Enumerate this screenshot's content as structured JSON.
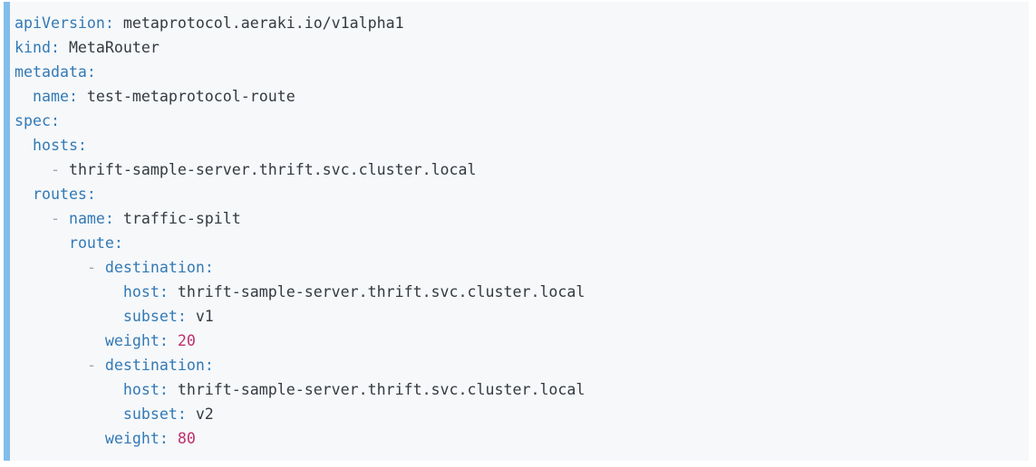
{
  "colors": {
    "accent_bar": "#82bdea",
    "code_background": "#f6f8fa",
    "key": "#3379b5",
    "value": "#343a40",
    "number": "#c02f6b",
    "punctuation": "#9aa5b2",
    "page_background": "#ffffff"
  },
  "code": {
    "language": "yaml",
    "lines": [
      [
        [
          "k",
          "apiVersion:"
        ],
        [
          "v",
          " metaprotocol.aeraki.io/v1alpha1"
        ]
      ],
      [
        [
          "k",
          "kind:"
        ],
        [
          "v",
          " MetaRouter"
        ]
      ],
      [
        [
          "k",
          "metadata:"
        ]
      ],
      [
        [
          "v",
          "  "
        ],
        [
          "k",
          "name:"
        ],
        [
          "v",
          " test-metaprotocol-route"
        ]
      ],
      [
        [
          "k",
          "spec:"
        ]
      ],
      [
        [
          "v",
          "  "
        ],
        [
          "k",
          "hosts:"
        ]
      ],
      [
        [
          "v",
          "    "
        ],
        [
          "p",
          "- "
        ],
        [
          "v",
          "thrift-sample-server.thrift.svc.cluster.local"
        ]
      ],
      [
        [
          "v",
          "  "
        ],
        [
          "k",
          "routes:"
        ]
      ],
      [
        [
          "v",
          "    "
        ],
        [
          "p",
          "- "
        ],
        [
          "k",
          "name:"
        ],
        [
          "v",
          " traffic-spilt"
        ]
      ],
      [
        [
          "v",
          "      "
        ],
        [
          "k",
          "route:"
        ]
      ],
      [
        [
          "v",
          "        "
        ],
        [
          "p",
          "- "
        ],
        [
          "k",
          "destination:"
        ]
      ],
      [
        [
          "v",
          "            "
        ],
        [
          "k",
          "host:"
        ],
        [
          "v",
          " thrift-sample-server.thrift.svc.cluster.local"
        ]
      ],
      [
        [
          "v",
          "            "
        ],
        [
          "k",
          "subset:"
        ],
        [
          "v",
          " v1"
        ]
      ],
      [
        [
          "v",
          "          "
        ],
        [
          "k",
          "weight:"
        ],
        [
          "n",
          " 20"
        ]
      ],
      [
        [
          "v",
          "        "
        ],
        [
          "p",
          "- "
        ],
        [
          "k",
          "destination:"
        ]
      ],
      [
        [
          "v",
          "            "
        ],
        [
          "k",
          "host:"
        ],
        [
          "v",
          " thrift-sample-server.thrift.svc.cluster.local"
        ]
      ],
      [
        [
          "v",
          "            "
        ],
        [
          "k",
          "subset:"
        ],
        [
          "v",
          " v2"
        ]
      ],
      [
        [
          "v",
          "          "
        ],
        [
          "k",
          "weight:"
        ],
        [
          "n",
          " 80"
        ]
      ]
    ]
  }
}
